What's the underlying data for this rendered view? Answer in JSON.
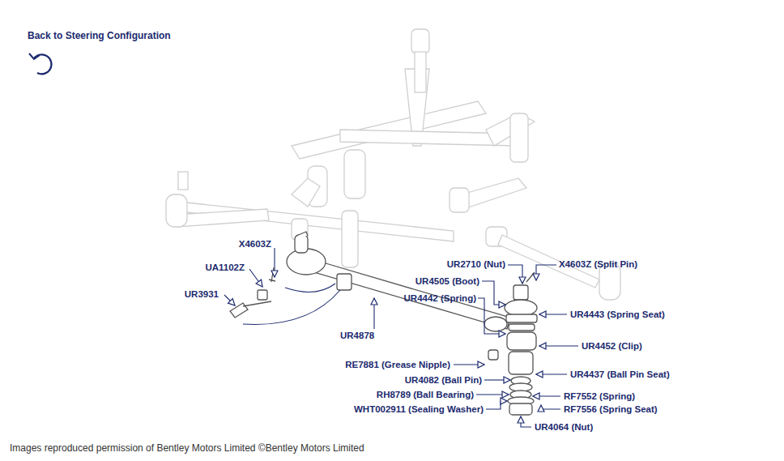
{
  "diagram": {
    "title": "Back to Steering Configuration",
    "caption": "Images reproduced permission of Bentley Motors Limited ©Bentley Motors Limited",
    "labels": [
      "X4603Z",
      "UA1102Z",
      "UR3931",
      "UR4878",
      "UR2710 (Nut)",
      "X4603Z (Split Pin)",
      "UR4505 (Boot)",
      "UR4442 (Spring)",
      "UR4443 (Spring Seat)",
      "UR4452 (Clip)",
      "RE7881 (Grease Nipple)",
      "UR4437 (Ball Pin Seat)",
      "UR4082 (Ball Pin)",
      "RH8789 (Ball Bearing)",
      "RF7552 (Spring)",
      "WHT002911 (Sealing Washer)",
      "RF7556 (Spring Seat)",
      "UR4064 (Nut)"
    ]
  }
}
